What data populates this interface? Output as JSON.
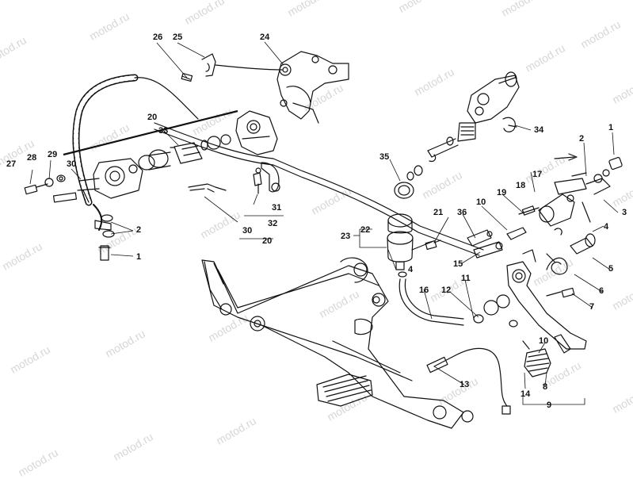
{
  "watermark": "motod.ru",
  "callouts": [
    {
      "id": "c26",
      "text": "26"
    },
    {
      "id": "c25",
      "text": "25"
    },
    {
      "id": "c24",
      "text": "24"
    },
    {
      "id": "c20a",
      "text": "20"
    },
    {
      "id": "c33",
      "text": "33"
    },
    {
      "id": "c29",
      "text": "29"
    },
    {
      "id": "c28",
      "text": "28"
    },
    {
      "id": "c27",
      "text": "27"
    },
    {
      "id": "c30a",
      "text": "30"
    },
    {
      "id": "c2a",
      "text": "2"
    },
    {
      "id": "c1a",
      "text": "1"
    },
    {
      "id": "c31",
      "text": "31"
    },
    {
      "id": "c32",
      "text": "32"
    },
    {
      "id": "c30b",
      "text": "30"
    },
    {
      "id": "c20b",
      "text": "20"
    },
    {
      "id": "c35",
      "text": "35"
    },
    {
      "id": "c34",
      "text": "34"
    },
    {
      "id": "c1b",
      "text": "1"
    },
    {
      "id": "c2b",
      "text": "2"
    },
    {
      "id": "c17",
      "text": "17"
    },
    {
      "id": "c18",
      "text": "18"
    },
    {
      "id": "c19",
      "text": "19"
    },
    {
      "id": "c10a",
      "text": "10"
    },
    {
      "id": "c3",
      "text": "3"
    },
    {
      "id": "c21",
      "text": "21"
    },
    {
      "id": "c36",
      "text": "36"
    },
    {
      "id": "c22",
      "text": "22"
    },
    {
      "id": "c23",
      "text": "23"
    },
    {
      "id": "c4a",
      "text": "4"
    },
    {
      "id": "c4b",
      "text": "4"
    },
    {
      "id": "c15",
      "text": "15"
    },
    {
      "id": "c5",
      "text": "5"
    },
    {
      "id": "c6",
      "text": "6"
    },
    {
      "id": "c7",
      "text": "7"
    },
    {
      "id": "c11",
      "text": "11"
    },
    {
      "id": "c12",
      "text": "12"
    },
    {
      "id": "c16",
      "text": "16"
    },
    {
      "id": "c10b",
      "text": "10"
    },
    {
      "id": "c8",
      "text": "8"
    },
    {
      "id": "c9",
      "text": "9"
    },
    {
      "id": "c13",
      "text": "13"
    },
    {
      "id": "c14",
      "text": "14"
    }
  ]
}
